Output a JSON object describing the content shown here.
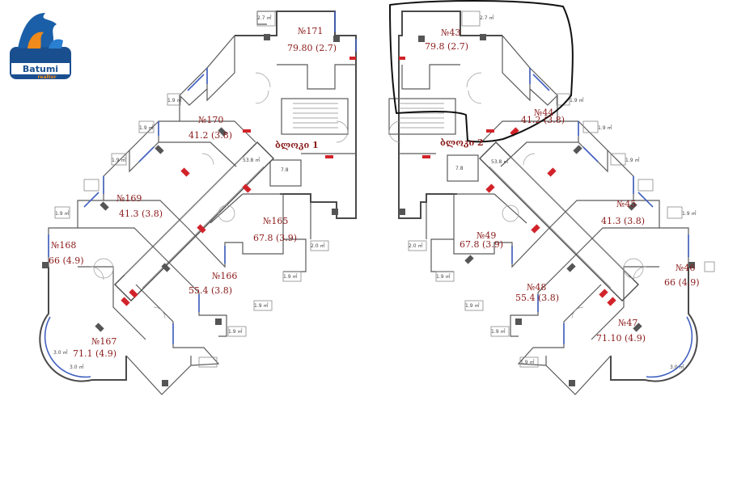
{
  "logo": {
    "title": "Batumi",
    "subtitle": "realtor"
  },
  "blocks": [
    {
      "name": "ბლოკი 1",
      "lift": "7.8",
      "hall": "53.8 ㎡"
    },
    {
      "name": "ბლოკი 2",
      "lift": "7.8",
      "hall": "53.8 ㎡"
    }
  ],
  "units": [
    {
      "no": "№171",
      "area": "79.80  (2.7)"
    },
    {
      "no": "№170",
      "area": "41.2  (3.8)"
    },
    {
      "no": "№169",
      "area": "41.3  (3.8)"
    },
    {
      "no": "№168",
      "area": "66  (4.9)"
    },
    {
      "no": "№167",
      "area": "71.1  (4.9)"
    },
    {
      "no": "№166",
      "area": "55.4  (3.8)"
    },
    {
      "no": "№165",
      "area": "67.8  (3.9)"
    },
    {
      "no": "№43",
      "area": "79.8  (2.7)"
    },
    {
      "no": "№44",
      "area": "41.2  (3.8)"
    },
    {
      "no": "№45",
      "area": "41.3  (3.8)"
    },
    {
      "no": "№46",
      "area": "66  (4.9)"
    },
    {
      "no": "№47",
      "area": "71.10  (4.9)"
    },
    {
      "no": "№48",
      "area": "55.4  (3.8)"
    },
    {
      "no": "№49",
      "area": "67.8  (3.9)"
    }
  ],
  "balconies": [
    "2.7 ㎡",
    "1.9 ㎡",
    "1.9 ㎡",
    "1.9 ㎡",
    "1.9 ㎡",
    "3.0 ㎡",
    "3.0 ㎡",
    "1.9 ㎡",
    "1.9 ㎡",
    "1.9 ㎡",
    "2.0 ㎡",
    "2.7 ㎡",
    "1.9 ㎡",
    "1.9 ㎡",
    "1.9 ㎡",
    "1.9 ㎡",
    "3.0 ㎡",
    "1.9 ㎡",
    "1.9 ㎡",
    "1.9 ㎡",
    "1.9 ㎡",
    "2.0 ㎡"
  ],
  "colors": {
    "walls": "#4a4a4a",
    "labels": "#8a1a1a",
    "windows": "#4060c0",
    "columns": "#d2232a",
    "annotation": "#111111"
  }
}
